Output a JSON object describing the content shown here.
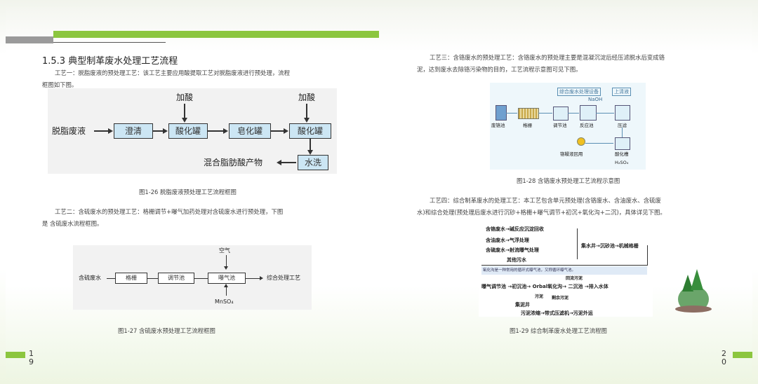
{
  "left_page": {
    "heading": "1.5.3  典型制革废水处理工艺流程",
    "para1_line1": "工艺一：脱脂废液的预处理工艺：该工艺主要应用酸提取工艺对脱脂废液进行预处理，流程",
    "para1_line2": "框图如下图。",
    "fig26": {
      "add_acid_1": "加酸",
      "add_acid_2": "加酸",
      "input": "脱脂废液",
      "clarify": "澄清",
      "acidify_1": "酸化罐",
      "saponify": "皂化罐",
      "acidify_2": "酸化罐",
      "wash": "水洗",
      "output": "混合脂肪酸产物"
    },
    "fig26_caption": "图1-26 脱脂废液预处理工艺流程框图",
    "para2_line1": "工艺二：含硫废水的预处理工艺：格栅调节+曝气加药处理对含硫废水进行预处理，下图",
    "para2_line2": "是 含硫废水流程框图。",
    "fig27": {
      "air": "空气",
      "input": "含硫废水",
      "grille": "格栅",
      "tank": "调节池",
      "aeration": "曝气池",
      "output": "综合处理工艺",
      "reagent": "MnSO₄"
    },
    "fig27_caption": "图1-27 含硫废水预处理工艺流程框图",
    "page_number": [
      "1",
      "9"
    ]
  },
  "right_page": {
    "para3_line1": "工艺三：含铬废水的预处理工艺：含铬废水的预处理主要是混凝沉淀后经压滤脱水后变成铬",
    "para3_line2": "泥，达到废水去除铬污染物的目的，工艺流程示意图可见下图。",
    "fig28": {
      "top_label": "综合废水处理设备",
      "supernatant": "上清液",
      "naoh": "NaOH",
      "chrome_tank": "废铬池",
      "grille": "格栅",
      "adjust_tank": "调节池",
      "reaction_tank": "反应池",
      "press": "压滤",
      "recycle_tank": "铬鞣液回用",
      "acidify_tank": "酸化槽",
      "h2so4": "H₂SO₄"
    },
    "fig28_caption": "图1-28 含铬废水预处理工艺流程示意图",
    "para4_line1": "工艺四：综合制革废水的处理工艺：本工艺包含单元预处理(含铬废水、含油废水、含硫废",
    "para4_line2": "水)和综合处理(预处理后废水进行沉砂+格栅+曝气调节+初沉+氧化沟+二沉)，具体详见下图。",
    "fig29": {
      "row1": "含铬废水→碱反应沉淀回收",
      "row2": "含油废水→气浮处理",
      "row3": "含硫废水→射流曝气处理",
      "row4": "其他污水",
      "collect": "集水井→沉砂池→机械格栅",
      "note": "氧化沟是一种常用的循环式曝气池，又称循环曝气池。",
      "return_sludge": "回流污泥",
      "main_line": "曝气调节池 →初沉池→ Orbal氧化沟→ 二沉池 →排入水体",
      "sludge_side": "污泥",
      "excess_sludge": "剩余污泥",
      "sludge_well": "集泥井",
      "sludge_line": "污泥浓缩→带式压滤机→污泥外运"
    },
    "fig29_caption": "图1-29 综合制革废水处理工艺流程图",
    "page_number": [
      "2",
      "0"
    ]
  },
  "colors": {
    "accent_green": "#8cc63f",
    "box_blue": "#cce6f4",
    "gray_bar": "#9a9a9a"
  }
}
